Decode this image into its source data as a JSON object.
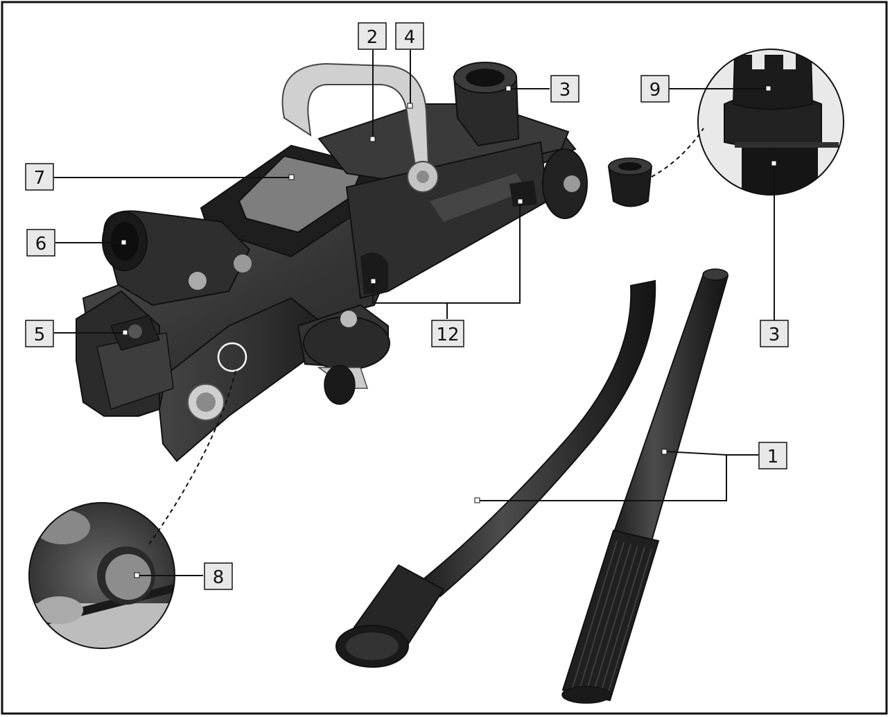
{
  "labels": {
    "l1": "1",
    "l2": "2",
    "l3a": "3",
    "l3b": "3",
    "l4": "4",
    "l5": "5",
    "l6": "6",
    "l7": "7",
    "l8": "8",
    "l9": "9",
    "l12": "12"
  },
  "colors": {
    "frame": "#111111",
    "label_box_fill": "#e8e8e8",
    "body_dark": "#2f2f2f",
    "body_mid": "#4a4a4a",
    "highlight": "#8a8a8a",
    "handle_light": "#cfcfcf"
  }
}
